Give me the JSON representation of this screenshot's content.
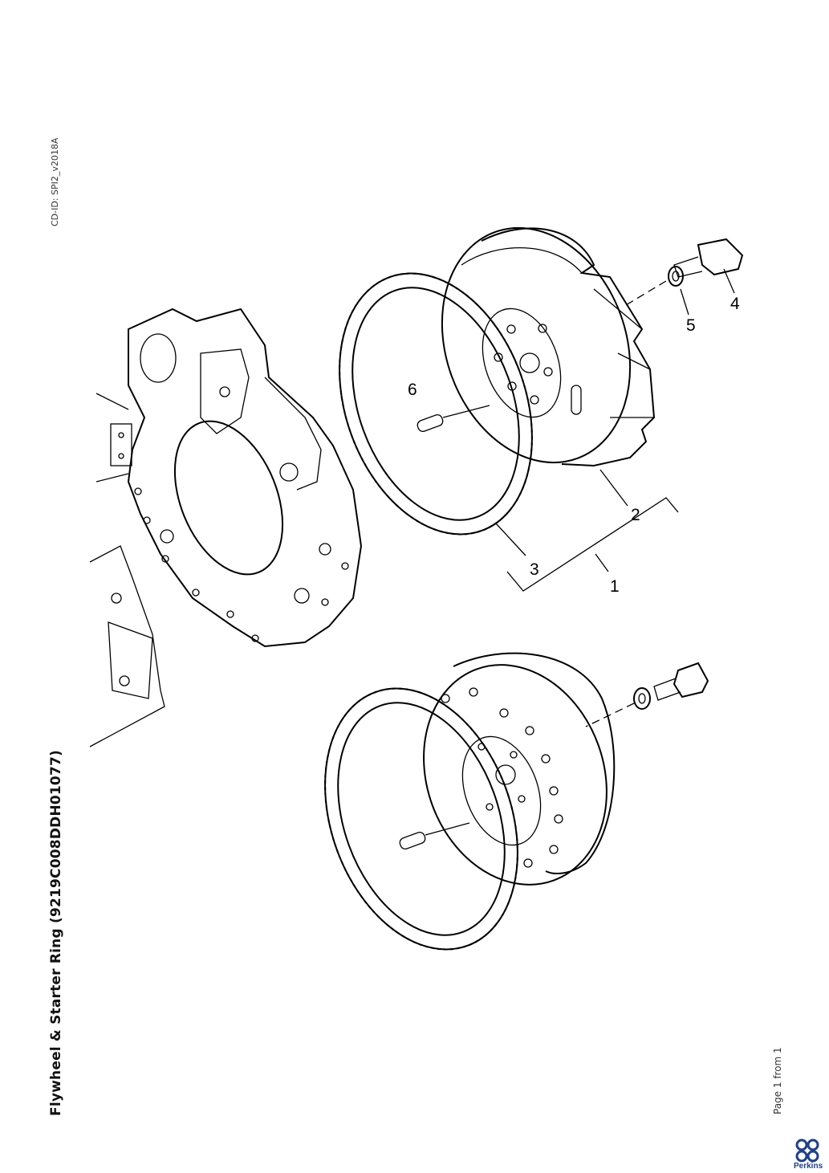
{
  "document": {
    "title": "Flywheel & Starter Ring (9219C008DDH01077)",
    "cd_id": "CD-ID: SPI2_v2018A",
    "page_indicator": "Page 1 from 1",
    "brand": "Perkins",
    "brand_color": "#1f3f8f"
  },
  "callouts": [
    {
      "id": "1",
      "label": "1"
    },
    {
      "id": "2",
      "label": "2"
    },
    {
      "id": "3",
      "label": "3"
    },
    {
      "id": "4",
      "label": "4"
    },
    {
      "id": "5",
      "label": "5"
    },
    {
      "id": "6",
      "label": "6"
    }
  ]
}
